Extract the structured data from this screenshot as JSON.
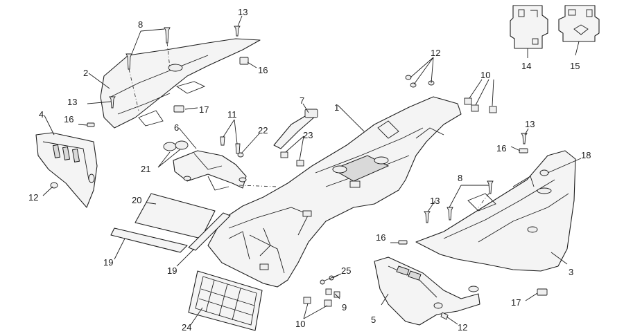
{
  "diagram": {
    "type": "exploded-parts-view",
    "callouts": [
      {
        "id": "c1",
        "label": "1"
      },
      {
        "id": "c2",
        "label": "2"
      },
      {
        "id": "c3",
        "label": "3"
      },
      {
        "id": "c4",
        "label": "4"
      },
      {
        "id": "c5",
        "label": "5"
      },
      {
        "id": "c6",
        "label": "6"
      },
      {
        "id": "c7",
        "label": "7"
      },
      {
        "id": "c8a",
        "label": "8"
      },
      {
        "id": "c8b",
        "label": "8"
      },
      {
        "id": "c9",
        "label": "9"
      },
      {
        "id": "c10a",
        "label": "10"
      },
      {
        "id": "c10b",
        "label": "10"
      },
      {
        "id": "c11",
        "label": "11"
      },
      {
        "id": "c12a",
        "label": "12"
      },
      {
        "id": "c12b",
        "label": "12"
      },
      {
        "id": "c12c",
        "label": "12"
      },
      {
        "id": "c13a",
        "label": "13"
      },
      {
        "id": "c13b",
        "label": "13"
      },
      {
        "id": "c13c",
        "label": "13"
      },
      {
        "id": "c13d",
        "label": "13"
      },
      {
        "id": "c14",
        "label": "14"
      },
      {
        "id": "c15",
        "label": "15"
      },
      {
        "id": "c16a",
        "label": "16"
      },
      {
        "id": "c16b",
        "label": "16"
      },
      {
        "id": "c16c",
        "label": "16"
      },
      {
        "id": "c16d",
        "label": "16"
      },
      {
        "id": "c17a",
        "label": "17"
      },
      {
        "id": "c17b",
        "label": "17"
      },
      {
        "id": "c18",
        "label": "18"
      },
      {
        "id": "c19a",
        "label": "19"
      },
      {
        "id": "c19b",
        "label": "19"
      },
      {
        "id": "c20",
        "label": "20"
      },
      {
        "id": "c21",
        "label": "21"
      },
      {
        "id": "c22",
        "label": "22"
      },
      {
        "id": "c23",
        "label": "23"
      },
      {
        "id": "c24",
        "label": "24"
      },
      {
        "id": "c25",
        "label": "25"
      }
    ]
  }
}
